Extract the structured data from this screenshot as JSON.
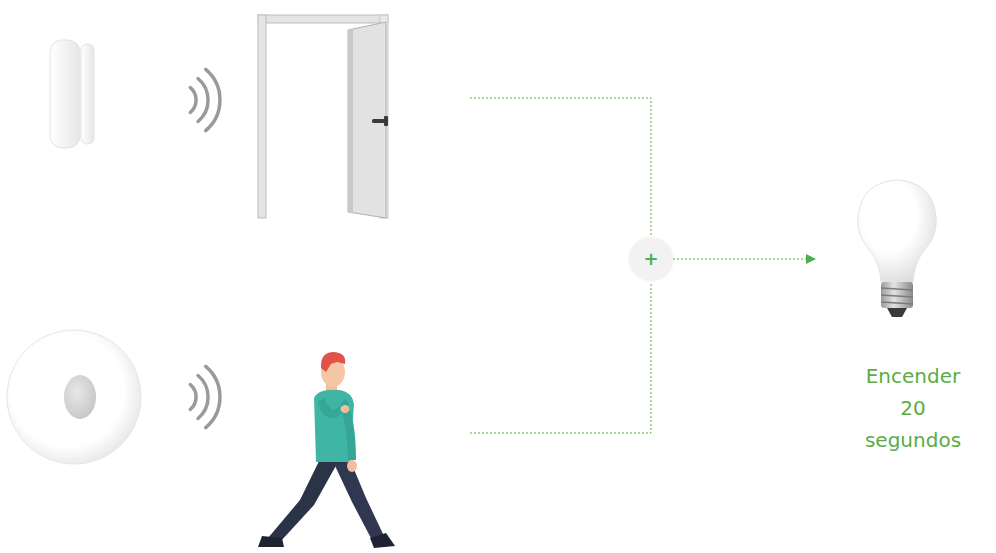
{
  "diagram": {
    "nodes": [
      {
        "text": [
          "+"
        ]
      },
      {
        "text": [
          "Encender 20 segundos"
        ]
      }
    ],
    "edges": [
      {
        "from": 0,
        "to": 1,
        "arrow": "to"
      }
    ]
  }
}
